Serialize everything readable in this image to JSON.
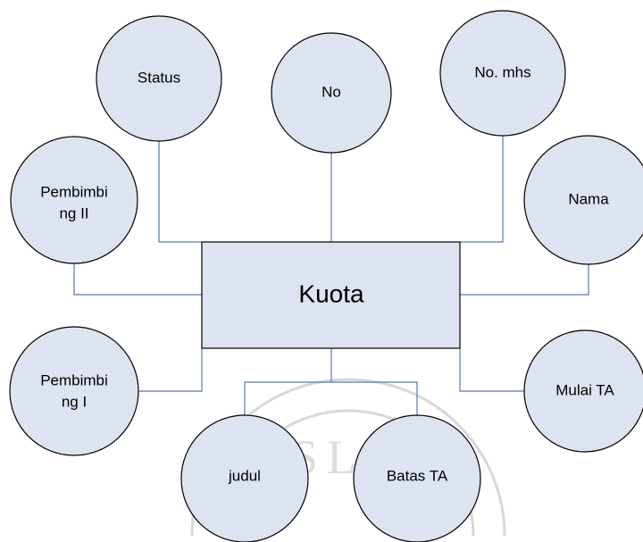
{
  "entity": {
    "label": "Kuota"
  },
  "attributes": [
    {
      "id": "status",
      "lines": [
        "Status"
      ]
    },
    {
      "id": "no",
      "lines": [
        "No"
      ]
    },
    {
      "id": "no-mhs",
      "lines": [
        "No. mhs"
      ]
    },
    {
      "id": "pembimbing-2",
      "lines": [
        "Pembimbi",
        "ng II"
      ]
    },
    {
      "id": "nama",
      "lines": [
        "Nama"
      ]
    },
    {
      "id": "pembimbing-1",
      "lines": [
        "Pembimbi",
        "ng I"
      ]
    },
    {
      "id": "mulai-ta",
      "lines": [
        "Mulai TA"
      ]
    },
    {
      "id": "judul",
      "lines": [
        "judul"
      ]
    },
    {
      "id": "batas-ta",
      "lines": [
        "Batas TA"
      ]
    }
  ],
  "watermark": {
    "text": "ISLAM"
  },
  "colors": {
    "fill": "#dde3f0",
    "stroke": "#000000",
    "connector": "#5a78a8"
  }
}
